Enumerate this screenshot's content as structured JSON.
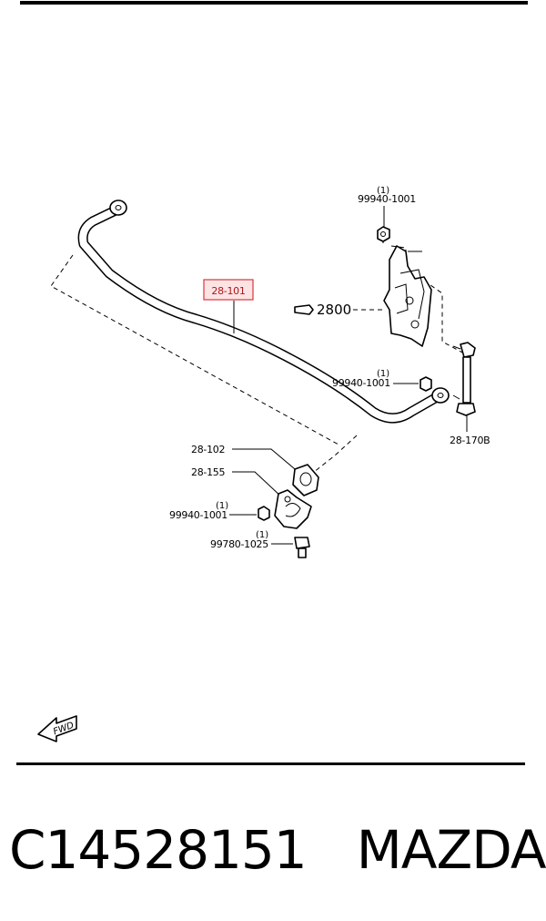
{
  "parts": {
    "stabilizer_bar": "28-101",
    "knuckle_ref": "2800",
    "bushing": "28-102",
    "bracket": "28-155",
    "link": "28-170B",
    "nut_top": {
      "number": "99940-1001",
      "qty": "(1)"
    },
    "nut_mid": {
      "number": "99940-1001",
      "qty": "(1)"
    },
    "nut_bracket": {
      "number": "99940-1001",
      "qty": "(1)"
    },
    "bolt": {
      "number": "99780-1025",
      "qty": "(1)"
    }
  },
  "fwd_label": "FWD",
  "highlight_color": "#d9363e",
  "footer": {
    "part_number": "C14528151",
    "brand": "MAZDA"
  }
}
